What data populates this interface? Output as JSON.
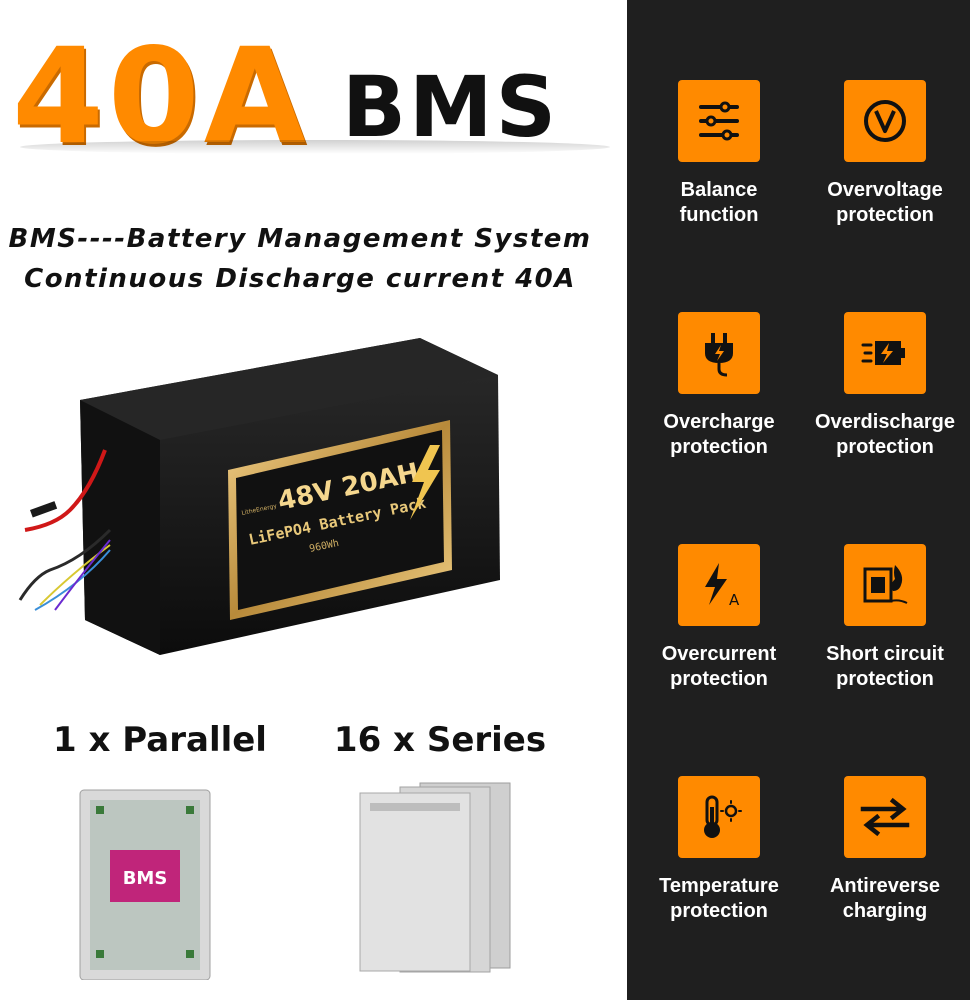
{
  "headline": {
    "amp": "40A",
    "bms": "BMS"
  },
  "subtitle": {
    "line1": "BMS----Battery Management System",
    "line2": "Continuous Discharge current 40A"
  },
  "battery_label": {
    "title": "48V 20AH",
    "subtitle": "LiFePO4 Battery Pack",
    "energy": "960Wh",
    "brand": "LitheEnergy"
  },
  "bms_chip_text": "BMS",
  "config": {
    "parallel": "1 x Parallel",
    "series": "16 x Series"
  },
  "colors": {
    "accent": "#ff8a00",
    "panel": "#1f1f1f"
  },
  "features": [
    {
      "icon": "sliders-icon",
      "line1": "Balance",
      "line2": "function"
    },
    {
      "icon": "voltage-icon",
      "line1": "Overvoltage",
      "line2": "protection"
    },
    {
      "icon": "plug-icon",
      "line1": "Overcharge",
      "line2": "protection"
    },
    {
      "icon": "battery-discharge-icon",
      "line1": "Overdischarge",
      "line2": "protection"
    },
    {
      "icon": "current-bolt-icon",
      "line1": "Overcurrent",
      "line2": "protection"
    },
    {
      "icon": "fire-socket-icon",
      "line1": "Short circuit",
      "line2": "protection"
    },
    {
      "icon": "thermometer-icon",
      "line1": "Temperature",
      "line2": "protection"
    },
    {
      "icon": "swap-arrows-icon",
      "line1": "Antireverse",
      "line2": "charging"
    }
  ]
}
